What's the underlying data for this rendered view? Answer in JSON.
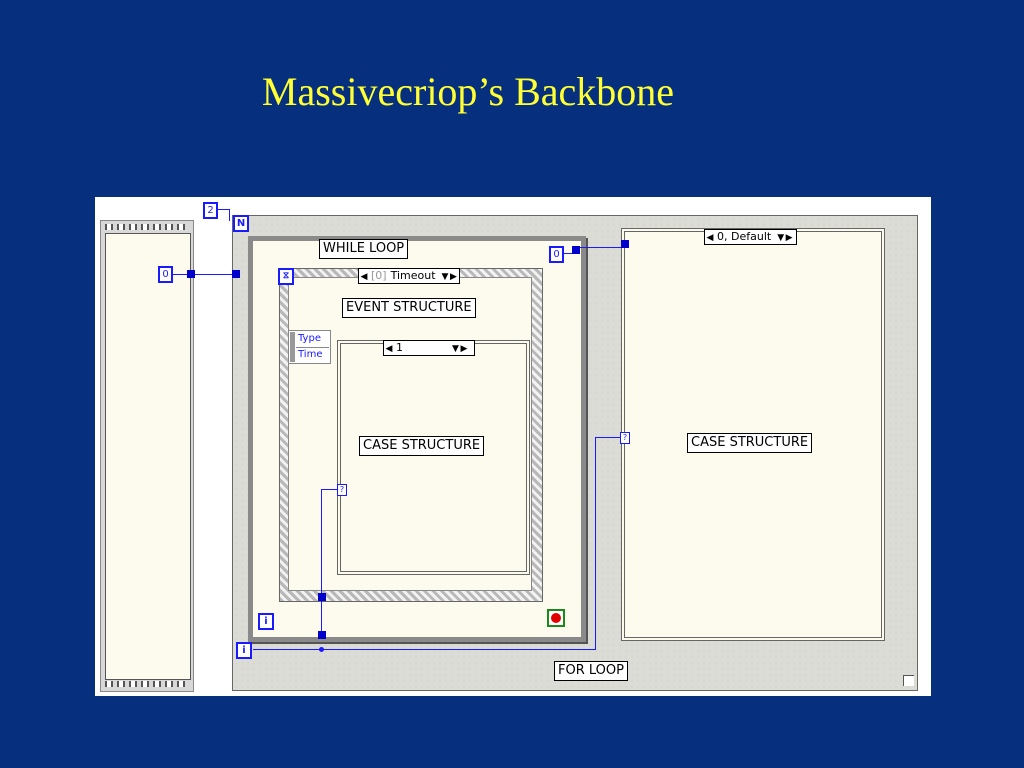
{
  "title": "Massivecriop’s Backbone",
  "constants": {
    "count": "2",
    "left_zero": "0",
    "right_zero": "0"
  },
  "terminals": {
    "n": "N",
    "i_for": "i",
    "i_while": "i"
  },
  "labels": {
    "while_loop": "WHILE LOOP",
    "event_structure": "EVENT STRUCTURE",
    "case_structure_inner": "CASE STRUCTURE",
    "case_structure_right": "CASE STRUCTURE",
    "for_loop": "FOR LOOP"
  },
  "selectors": {
    "event_index": "[0]",
    "event_value": "Timeout",
    "inner_case_value": "1",
    "right_case_value": "0, Default"
  },
  "event_data": [
    "Type",
    "Time"
  ],
  "icons": {
    "timeout": "hourglass-icon",
    "stop": "stop-icon",
    "case_selector": "question-icon"
  },
  "colors": {
    "slide_background": "#06307e",
    "title": "#ffff33",
    "wire": "#1a1aff",
    "structure_fill": "#fdfaee",
    "loop_fill": "#dcdcd6"
  }
}
